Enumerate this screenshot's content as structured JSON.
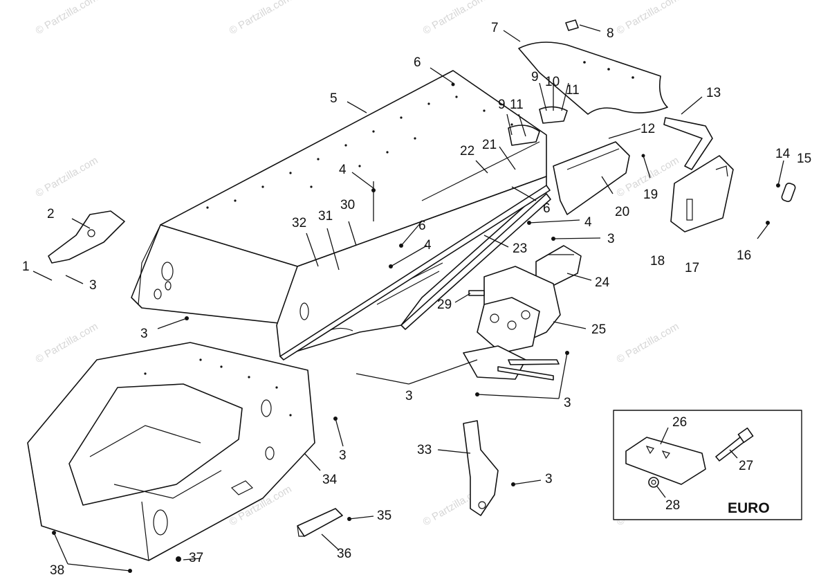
{
  "watermark": "© Partzilla.com",
  "inset": {
    "label": "EURO"
  },
  "callouts": [
    "1",
    "2",
    "3",
    "4",
    "5",
    "6",
    "7",
    "8",
    "9",
    "10",
    "11",
    "12",
    "13",
    "14",
    "15",
    "16",
    "17",
    "18",
    "19",
    "20",
    "21",
    "22",
    "23",
    "24",
    "25",
    "26",
    "27",
    "28",
    "29",
    "30",
    "31",
    "32",
    "33",
    "34",
    "35",
    "36",
    "37",
    "38"
  ]
}
